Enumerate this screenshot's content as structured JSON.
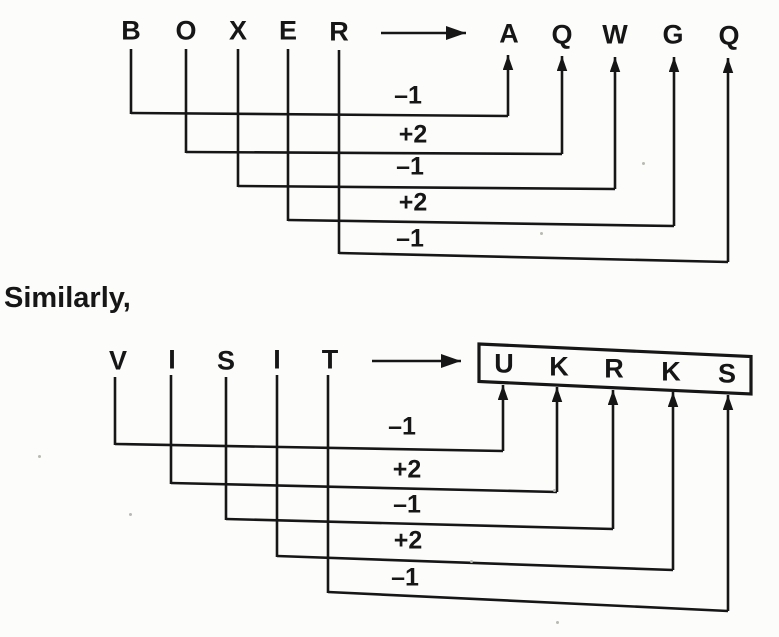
{
  "colors": {
    "ink": "#161616",
    "paper": "#fcfcfb"
  },
  "similarly_label": "Similarly,",
  "top_diagram": {
    "source_word": "BOXER",
    "source_letters": [
      "B",
      "O",
      "X",
      "E",
      "R"
    ],
    "target_word": "AQWGQ",
    "target_letters": [
      "A",
      "Q",
      "W",
      "G",
      "Q"
    ],
    "operations": [
      "–1",
      "+2",
      "–1",
      "+2",
      "–1"
    ],
    "target_boxed": false
  },
  "bottom_diagram": {
    "source_word": "VISIT",
    "source_letters": [
      "V",
      "I",
      "S",
      "I",
      "T"
    ],
    "target_word": "UKRKS",
    "target_letters": [
      "U",
      "K",
      "R",
      "K",
      "S"
    ],
    "operations": [
      "–1",
      "+2",
      "–1",
      "+2",
      "–1"
    ],
    "target_boxed": true
  }
}
